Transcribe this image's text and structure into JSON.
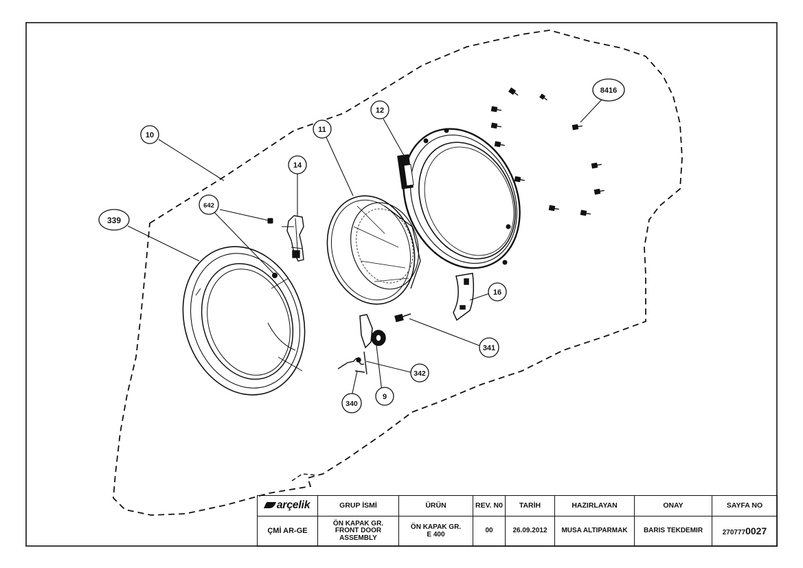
{
  "callouts": [
    "10",
    "339",
    "642",
    "14",
    "11",
    "12",
    "8416",
    "16",
    "341",
    "342",
    "9",
    "340"
  ],
  "title_block": {
    "logo": "arçelik",
    "headers": {
      "group": "GRUP İSMİ",
      "product": "ÜRÜN",
      "rev": "REV. N0",
      "date": "TARİH",
      "prepared": "HAZIRLAYAN",
      "approved": "ONAY",
      "page": "SAYFA NO"
    },
    "dept": "ÇMİ AR-GE",
    "group_line1": "ÖN KAPAK GR.",
    "group_line2": "FRONT DOOR",
    "group_line3": "ASSEMBLY",
    "product_line1": "ÖN KAPAK GR.",
    "product_line2": "E 400",
    "rev": "00",
    "date": "26.09.2012",
    "prepared": "MUSA ALTIPARMAK",
    "approved": "BARIS TEKDEMIR",
    "page_prefix": "270777",
    "page_suffix": "0027"
  }
}
